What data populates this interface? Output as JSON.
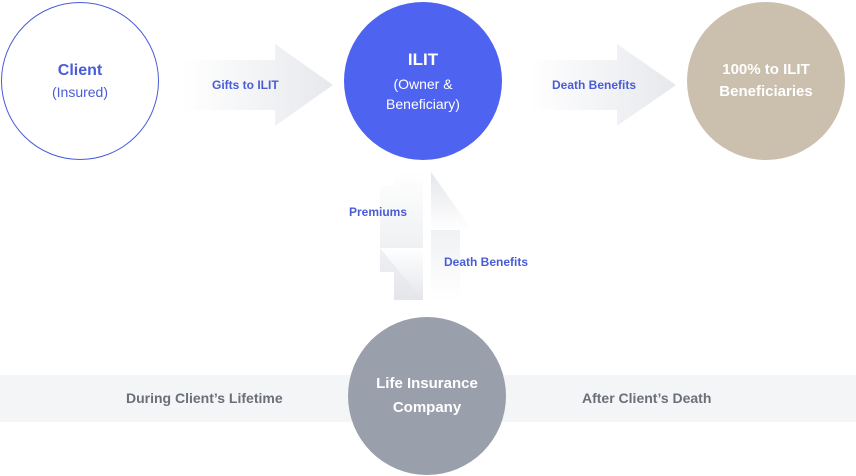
{
  "nodes": {
    "client": {
      "title": "Client",
      "subtitle": "(Insured)"
    },
    "ilit": {
      "title": "ILIT",
      "subtitle_line1": "(Owner &",
      "subtitle_line2": "Beneficiary)"
    },
    "beneficiaries": {
      "line1": "100% to ILIT",
      "line2": "Beneficiaries"
    },
    "insurer": {
      "line1": "Life Insurance",
      "line2": "Company"
    }
  },
  "flows": {
    "gifts": "Gifts to ILIT",
    "death_benefits_right": "Death Benefits",
    "premiums": "Premiums",
    "death_benefits_up": "Death Benefits"
  },
  "timeline": {
    "left": "During Client’s Lifetime",
    "right": "After Client’s Death"
  },
  "colors": {
    "accent": "#4a5cd6",
    "ilit_fill": "#4e63ef",
    "beneficiary_fill": "#cbbfae",
    "insurer_fill": "#9aa0ab",
    "arrow_fill": "#eceef1",
    "band": "#f4f5f7"
  }
}
